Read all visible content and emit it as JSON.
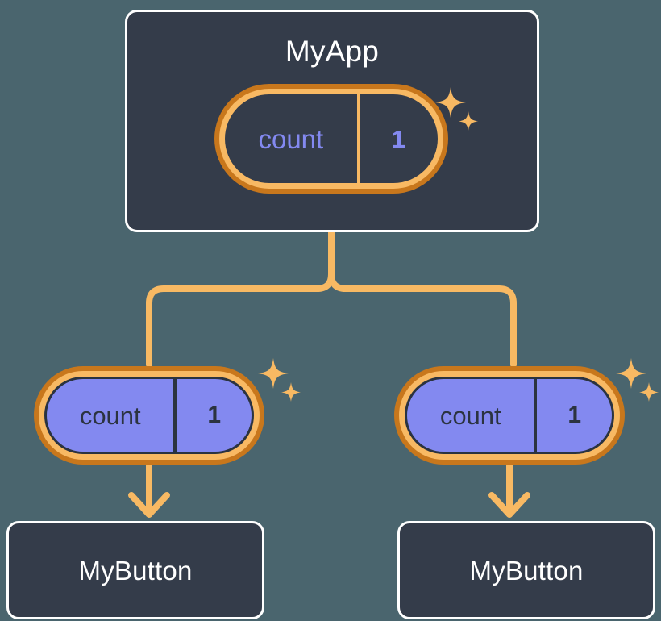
{
  "theme": {
    "background": "#4a656e",
    "card_bg": "#343c4a",
    "card_border": "#ffffff",
    "ring_outer": "#c8771c",
    "ring_inner": "#f8b963",
    "accent_purple": "#8389f0",
    "wire_color": "#f8b963",
    "dark_stroke": "#2b3340"
  },
  "tree": {
    "root": {
      "title": "MyApp",
      "state_pill": {
        "key": "count",
        "value": "1",
        "sparkle": "sparkle-icon"
      }
    },
    "children": [
      {
        "state_pill": {
          "key": "count",
          "value": "1",
          "sparkle": "sparkle-icon"
        },
        "component": {
          "title": "MyButton"
        }
      },
      {
        "state_pill": {
          "key": "count",
          "value": "1",
          "sparkle": "sparkle-icon"
        },
        "component": {
          "title": "MyButton"
        }
      }
    ]
  }
}
